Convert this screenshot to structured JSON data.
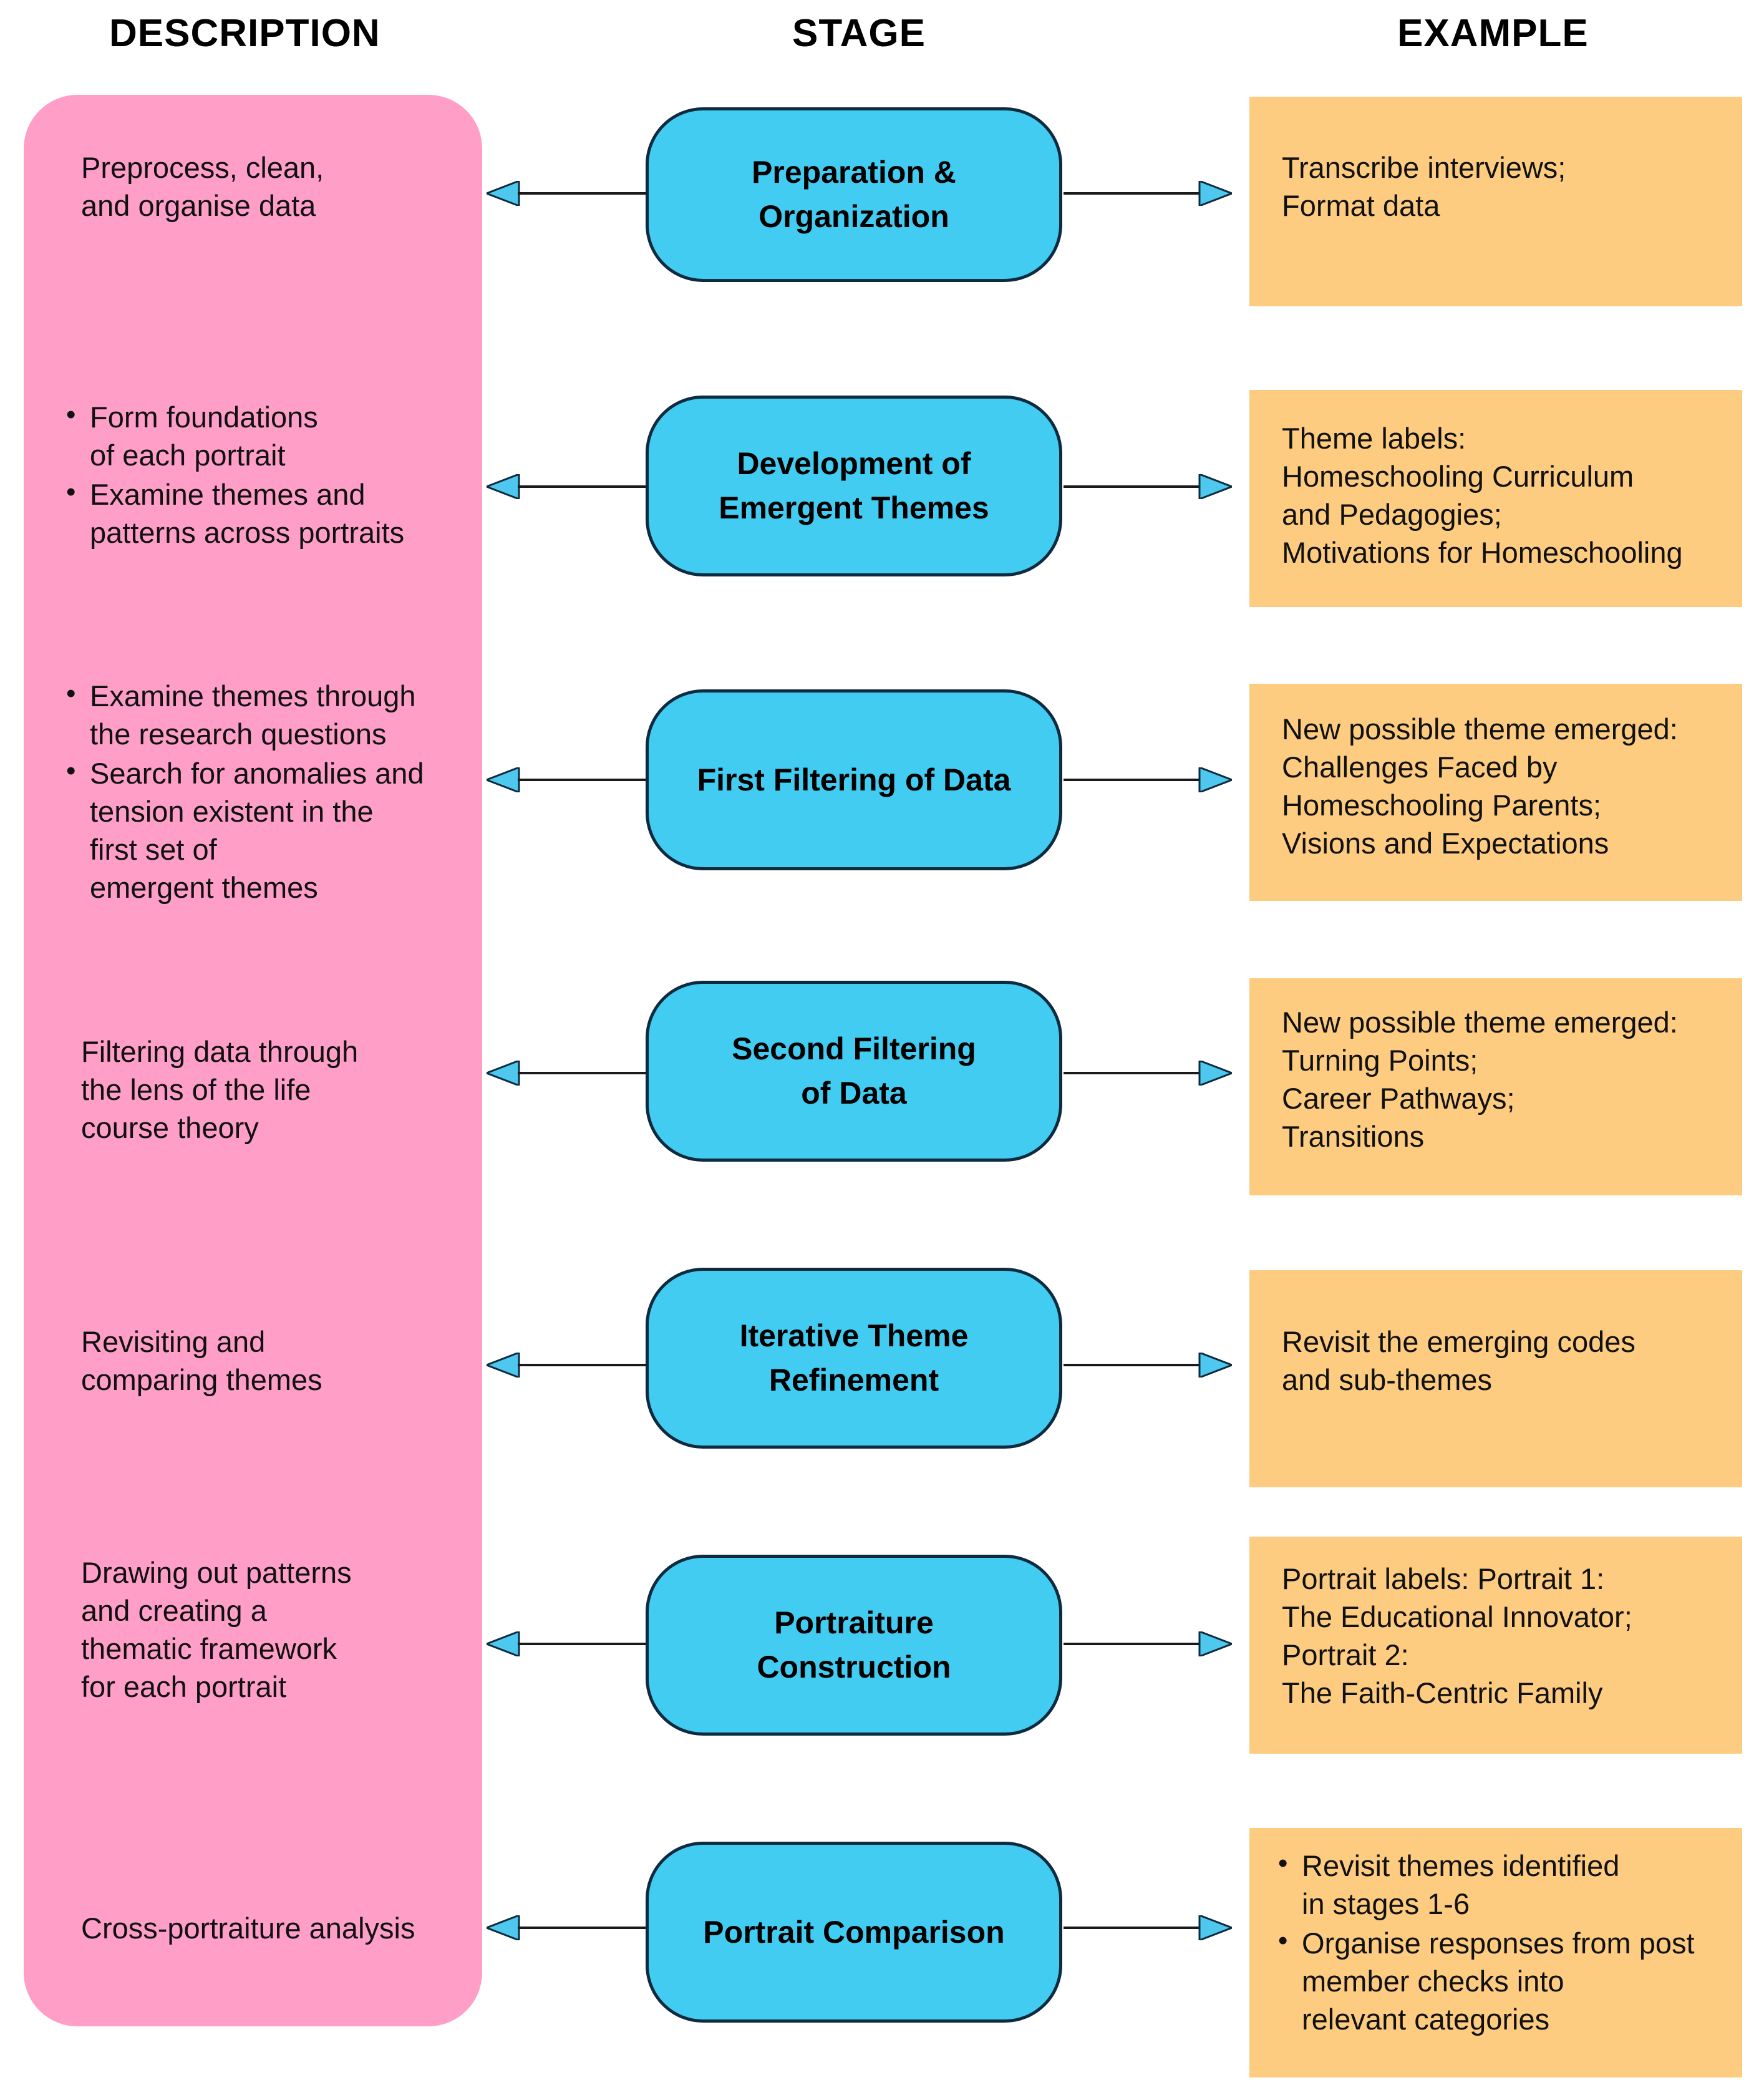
{
  "headers": {
    "description": "DESCRIPTION",
    "stage": "STAGE",
    "example": "EXAMPLE"
  },
  "colors": {
    "description_panel": "#FF9FC8",
    "stage_box": "#43CCF2",
    "stage_border": "#0D2B3E",
    "example_box": "#FDCC80",
    "arrow_head": "#4FC8F0",
    "arrow_line": "#1A1A1A",
    "text": "#111111",
    "background": "#FFFFFF"
  },
  "rows": [
    {
      "stage": "Preparation &\nOrganization",
      "description_type": "text",
      "description": "Preprocess, clean,\nand organise data",
      "example_type": "text",
      "example": "Transcribe interviews;\nFormat data"
    },
    {
      "stage": "Development of\nEmergent Themes",
      "description_type": "list",
      "description_items": [
        "Form foundations\nof each portrait",
        "Examine themes and\npatterns across portraits"
      ],
      "example_type": "text",
      "example": "Theme labels:\nHomeschooling Curriculum\nand Pedagogies;\nMotivations for Homeschooling"
    },
    {
      "stage": "First Filtering of Data",
      "description_type": "list",
      "description_items": [
        "Examine themes through\nthe research questions",
        "Search for anomalies and\ntension existent in the\nfirst set of\nemergent themes"
      ],
      "example_type": "text",
      "example": "New possible theme emerged:\nChallenges Faced by\nHomeschooling Parents;\nVisions and Expectations"
    },
    {
      "stage": "Second Filtering\nof Data",
      "description_type": "text",
      "description": "Filtering data through\nthe lens of the life\ncourse theory",
      "example_type": "text",
      "example": "New possible theme emerged:\nTurning Points;\nCareer Pathways;\nTransitions"
    },
    {
      "stage": "Iterative Theme\nRefinement",
      "description_type": "text",
      "description": "Revisiting and\ncomparing themes",
      "example_type": "text",
      "example": "Revisit the emerging codes\nand sub-themes"
    },
    {
      "stage": "Portraiture\nConstruction",
      "description_type": "text",
      "description": "Drawing out patterns\nand creating a\nthematic framework\nfor each portrait",
      "example_type": "text",
      "example": "Portrait labels: Portrait 1:\nThe Educational Innovator;\nPortrait 2:\nThe Faith-Centric Family"
    },
    {
      "stage": "Portrait Comparison",
      "description_type": "text",
      "description": "Cross-portraiture analysis",
      "example_type": "list",
      "example_items": [
        "Revisit themes identified\nin stages 1-6",
        "Organise responses from post\nmember checks into\nrelevant categories"
      ]
    }
  ]
}
